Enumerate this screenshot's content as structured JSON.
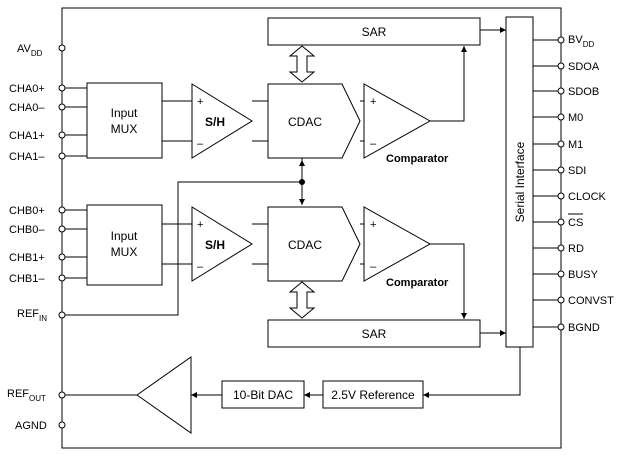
{
  "left_pins": {
    "avdd": {
      "main": "AV",
      "sub": "DD"
    },
    "cha0p": "CHA0+",
    "cha0n": "CHA0–",
    "cha1p": "CHA1+",
    "cha1n": "CHA1–",
    "chb0p": "CHB0+",
    "chb0n": "CHB0–",
    "chb1p": "CHB1+",
    "chb1n": "CHB1–",
    "refin": {
      "main": "REF",
      "sub": "IN"
    },
    "refout": {
      "main": "REF",
      "sub": "OUT"
    },
    "agnd": "AGND"
  },
  "right_pins": {
    "bvdd": {
      "main": "BV",
      "sub": "DD"
    },
    "sdoa": "SDOA",
    "sdob": "SDOB",
    "m0": "M0",
    "m1": "M1",
    "sdi": "SDI",
    "clock": "CLOCK",
    "cs": "CS",
    "rd": "RD",
    "busy": "BUSY",
    "convst": "CONVST",
    "bgnd": "BGND"
  },
  "blocks": {
    "sar": "SAR",
    "input_mux_line1": "Input",
    "input_mux_line2": "MUX",
    "sh": "S/H",
    "cdac": "CDAC",
    "comparator": "Comparator",
    "serial_interface": "Serial Interface",
    "dac": "10-Bit DAC",
    "reference": "2.5V Reference"
  },
  "symbols": {
    "plus": "+",
    "minus": "–"
  }
}
